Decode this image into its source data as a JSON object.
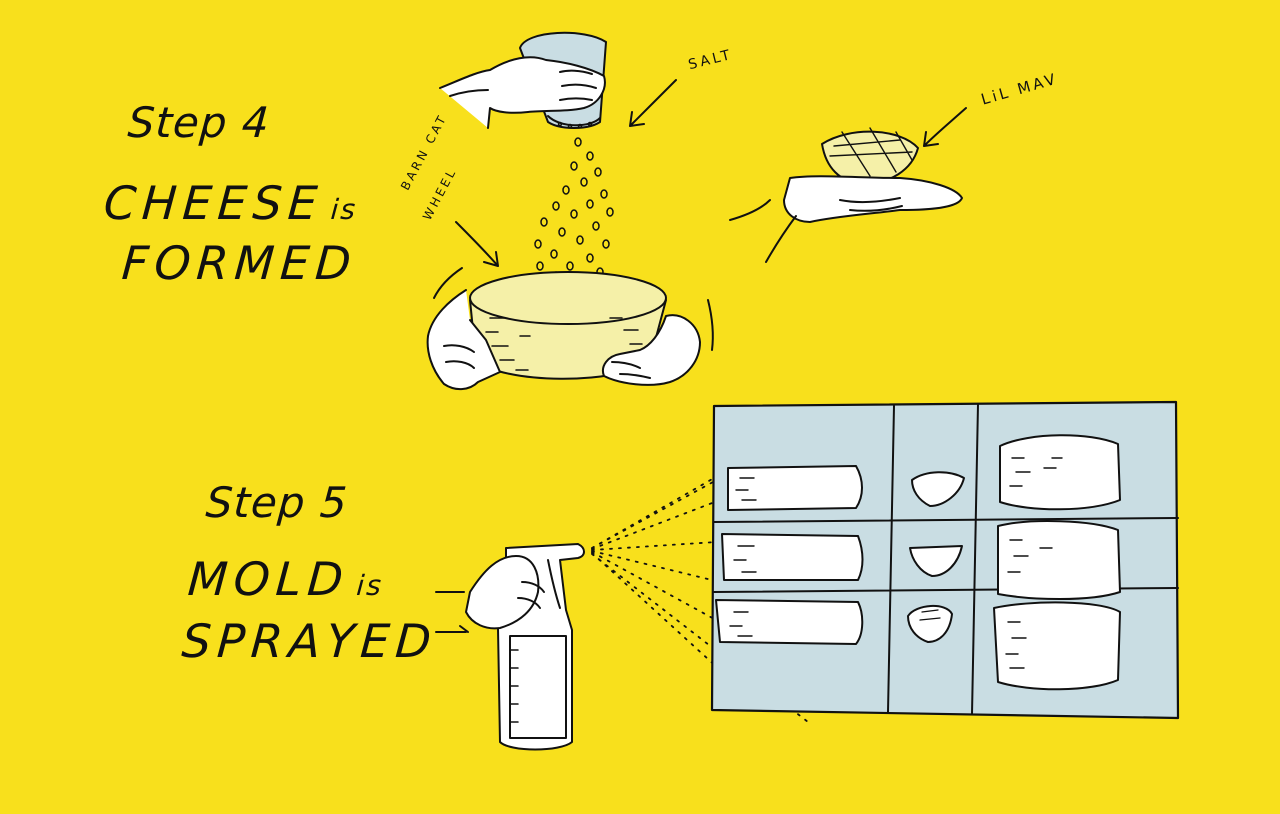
{
  "step4": {
    "heading": "Step 4",
    "line1_word": "CHEESE",
    "line1_small": "is",
    "line2_word": "FORMED"
  },
  "step5": {
    "heading": "Step 5",
    "line1_word": "MOLD",
    "line1_small": "is",
    "line2_word": "SPRAYED"
  },
  "labels": {
    "salt": "SALT",
    "lil_mav": "LiL MAV",
    "barncat_line1": "BARN CAT",
    "barncat_line2": "WHEEL"
  },
  "colors": {
    "background": "#f8e01c",
    "shelf": "#c9dde3",
    "cheese": "#f5f0a8",
    "ink": "#111111"
  }
}
